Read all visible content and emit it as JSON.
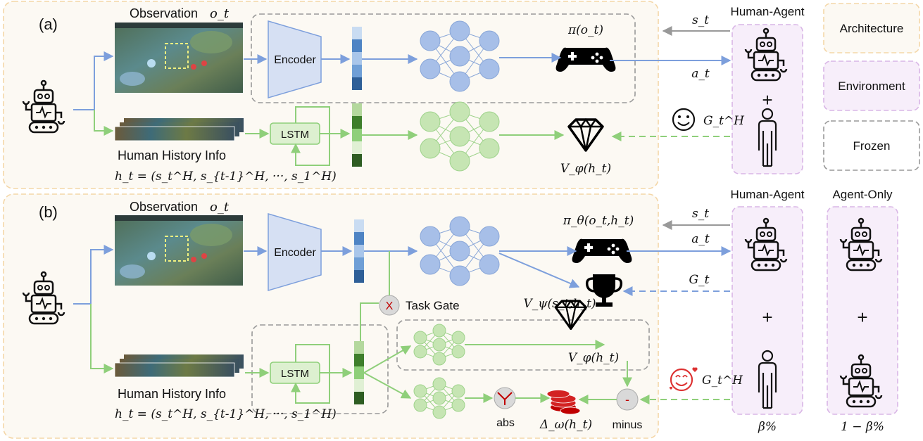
{
  "panel_a": {
    "tag": "(a)",
    "observation_label": "Observation",
    "observation_var": "o_t",
    "encoder_label": "Encoder",
    "lstm_label": "LSTM",
    "history_label": "Human History Info",
    "history_formula": "h_t = (s_t^H, s_{t-1}^H, ···, s_1^H)",
    "policy_label": "π(o_t)",
    "value_label": "V_φ(h_t)",
    "state_label": "s_t",
    "action_label": "a_t",
    "human_return_label": "G_t^H",
    "human_agent_title": "Human-Agent",
    "plus": "+"
  },
  "panel_b": {
    "tag": "(b)",
    "observation_label": "Observation",
    "observation_var": "o_t",
    "encoder_label": "Encoder",
    "lstm_label": "LSTM",
    "history_label": "Human History Info",
    "history_formula": "h_t = (s_t^H, s_{t-1}^H, ···, s_1^H)",
    "task_gate_label": "Task Gate",
    "gate_symbol": "X",
    "policy_label": "π_θ(o_t,h_t)",
    "value_psi_label": "V_ψ(s_t,h_t)",
    "value_phi_label": "V_φ(h_t)",
    "abs_label": "abs",
    "delta_label": "Δ_ω(h_t)",
    "minus_label": "minus",
    "minus_symbol": "-",
    "state_label": "s_t",
    "action_label": "a_t",
    "return_label": "G_t",
    "human_return_label": "G_t^H",
    "human_agent_title": "Human-Agent",
    "agent_only_title": "Agent-Only",
    "beta_label": "β%",
    "one_minus_beta_label": "1 − β%",
    "plus": "+"
  },
  "legend": {
    "architecture": "Architecture",
    "environment": "Environment",
    "frozen": "Frozen"
  },
  "colors": {
    "blue": "#7d9fdc",
    "green": "#8fcf7a",
    "gray": "#999999",
    "arch_fill": "#fcf9f3",
    "arch_border": "#f4d7a8",
    "env_fill": "#f7eefa",
    "env_border": "#d9b6e6",
    "node_blue": "#a7bfe8",
    "node_green": "#c6e5b3"
  }
}
